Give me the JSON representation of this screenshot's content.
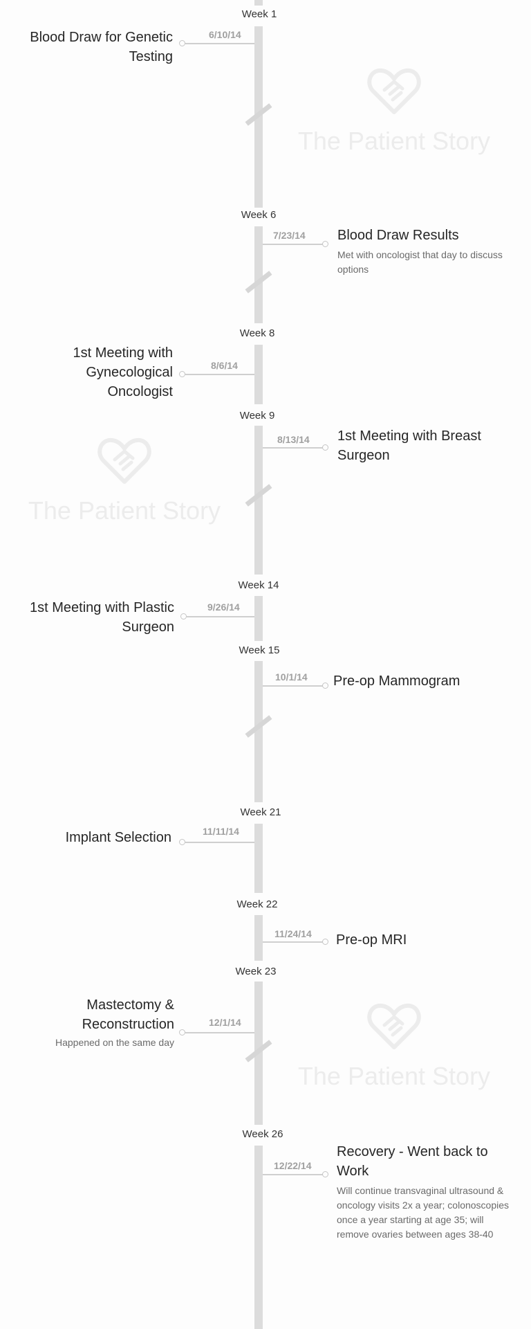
{
  "watermark": {
    "text": "The Patient Story",
    "icon": "heart-handshake-icon"
  },
  "colors": {
    "bar": "#dcdcdc",
    "date": "#a0a0a0",
    "title": "#262626",
    "desc": "#6a6a6a",
    "watermark": "#ececec"
  },
  "weeks": [
    "Week 1",
    "Week 6",
    "Week 8",
    "Week 9",
    "Week 14",
    "Week 15",
    "Week 21",
    "Week 22",
    "Week 23",
    "Week 26"
  ],
  "events": [
    {
      "side": "left",
      "date": "6/10/14",
      "title": "Blood Draw for Genetic Testing",
      "desc": ""
    },
    {
      "side": "right",
      "date": "7/23/14",
      "title": "Blood Draw Results",
      "desc": "Met with oncologist that day to discuss options"
    },
    {
      "side": "left",
      "date": "8/6/14",
      "title": "1st Meeting with Gynecological Oncologist",
      "desc": ""
    },
    {
      "side": "right",
      "date": "8/13/14",
      "title": "1st Meeting with Breast Surgeon",
      "desc": ""
    },
    {
      "side": "left",
      "date": "9/26/14",
      "title": "1st Meeting with Plastic Surgeon",
      "desc": ""
    },
    {
      "side": "right",
      "date": "10/1/14",
      "title": "Pre-op Mammogram",
      "desc": ""
    },
    {
      "side": "left",
      "date": "11/11/14",
      "title": "Implant Selection",
      "desc": ""
    },
    {
      "side": "right",
      "date": "11/24/14",
      "title": "Pre-op MRI",
      "desc": ""
    },
    {
      "side": "left",
      "date": "12/1/14",
      "title": "Mastectomy & Reconstruction",
      "desc": "Happened on the same day"
    },
    {
      "side": "right",
      "date": "12/22/14",
      "title": "Recovery - Went back to Work",
      "desc": "Will continue transvaginal ultrasound & oncology visits 2x a year; colonoscopies once a year starting at age 35; will remove ovaries between ages 38-40"
    }
  ]
}
